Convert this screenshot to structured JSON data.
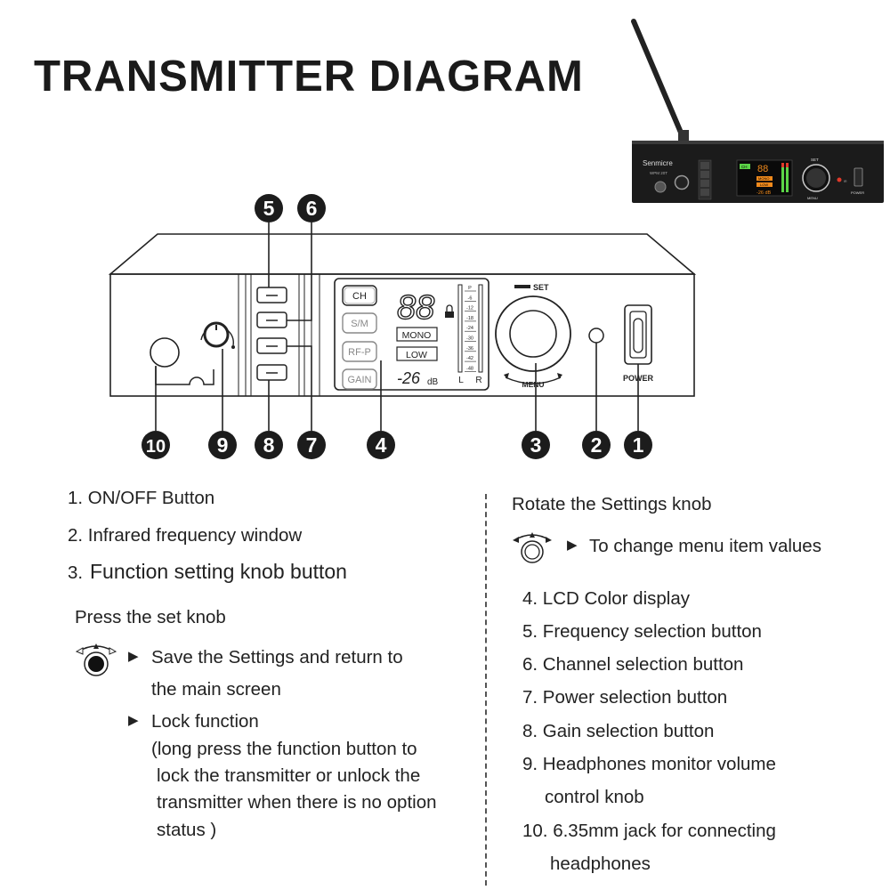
{
  "title": "TRANSMITTER DIAGRAM",
  "photo": {
    "brand": "Senmicre",
    "model": "WPM 20T",
    "lcd_digits": "88",
    "lcd_mono": "MONO",
    "lcd_low": "LOW",
    "lcd_db": "-26 dB",
    "lcd_ch": "CH",
    "set_label": "SET",
    "menu_label": "MENU",
    "power_label": "POWER",
    "ir_label": "IR"
  },
  "panel": {
    "buttons": [
      "CH",
      "S/M",
      "RF-P",
      "GAIN"
    ],
    "lcd_digits": "88",
    "mono": "MONO",
    "low": "LOW",
    "level": "-26",
    "db_unit": "dB",
    "meter_scale": [
      "P",
      "-6",
      "-12",
      "-18",
      "-24",
      "-30",
      "-36",
      "-42",
      "-48"
    ],
    "meter_left": "L",
    "meter_right": "R",
    "set_label": "SET",
    "menu_label": "MENU",
    "power_label": "POWER",
    "small_button_glyph": "—"
  },
  "callouts": [
    "5",
    "6",
    "10",
    "9",
    "8",
    "7",
    "4",
    "3",
    "2",
    "1"
  ],
  "left_list": {
    "item1": "1.  ON/OFF Button",
    "item2": "2.  Infrared frequency window",
    "item3_num": "3.",
    "item3_text": "Function setting knob button",
    "press_heading": "Press the set knob",
    "bullet1_line1": "Save the Settings and return to",
    "bullet1_line2": "the main screen",
    "bullet2_line1": "Lock function",
    "bullet2_line2": "(long press the function button to",
    "bullet2_line3": "lock the transmitter or unlock the",
    "bullet2_line4": "transmitter when there is no option",
    "bullet2_line5": "status )"
  },
  "right_list": {
    "rotate_heading": "Rotate the Settings knob",
    "rotate_bullet": "To change menu item values",
    "item4": "4. LCD Color display",
    "item5": "5. Frequency selection button",
    "item6": "6. Channel selection button",
    "item7": "7. Power selection button",
    "item8": "8. Gain selection button",
    "item9_line1": "9. Headphones monitor volume",
    "item9_line2": "control knob",
    "item10_line1": "10. 6.35mm jack for connecting",
    "item10_line2": "headphones"
  },
  "bullet_glyph": "▶",
  "colors": {
    "photo_body": "#1b1b1b",
    "lcd_green": "#5bd447",
    "lcd_orange": "#f08a1c",
    "lcd_red": "#e03a2a",
    "callout_fill": "#1c1c1c"
  }
}
